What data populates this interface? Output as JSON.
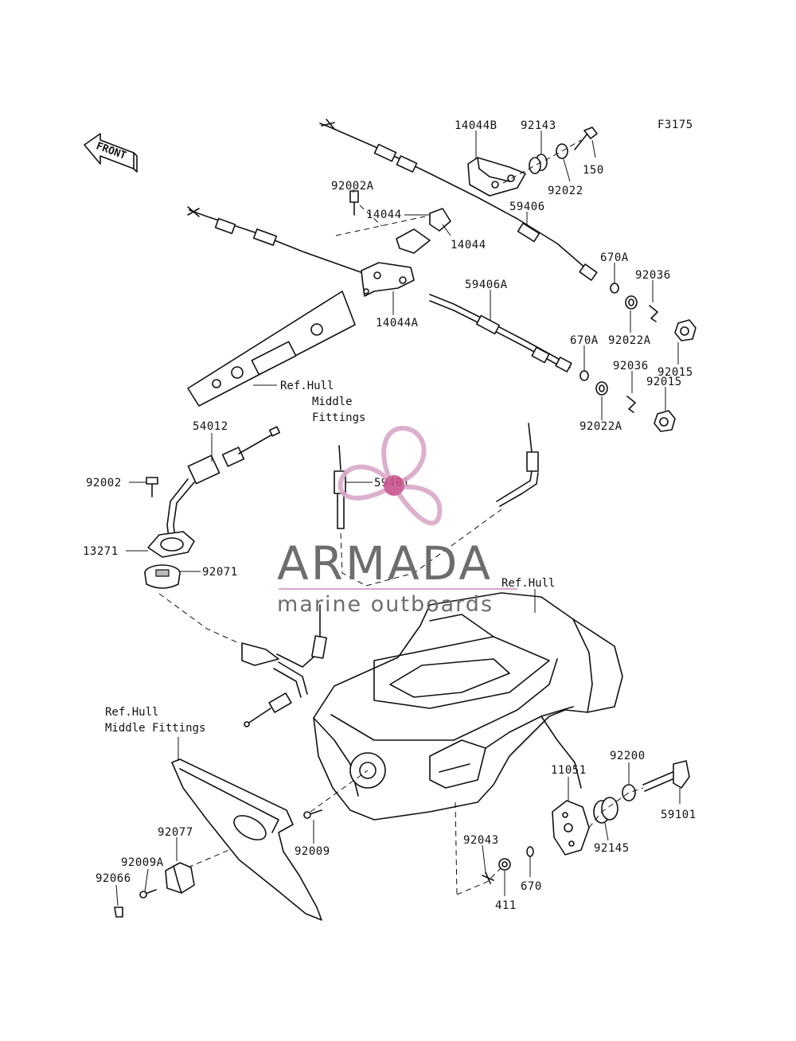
{
  "diagram_code": "F3175",
  "front_label": "FRONT",
  "watermark": {
    "brand": "ARMADA",
    "tagline": "marine outboards",
    "logo_color": "#d9a8c7",
    "logo_center_color": "#c9558f",
    "text_color": "#6d6d6d"
  },
  "references": {
    "hull_middle_fittings_top_1": "Ref.Hull",
    "hull_middle_fittings_top_2": "Middle",
    "hull_middle_fittings_top_3": "Fittings",
    "hull_right": "Ref.Hull",
    "hull_middle_fittings_bottom_1": "Ref.Hull",
    "hull_middle_fittings_bottom_2": "Middle Fittings"
  },
  "labels": {
    "p14044B": "14044B",
    "p92143": "92143",
    "p150": "150",
    "p92022": "92022",
    "p92002A": "92002A",
    "p14044_top": "14044",
    "p14044_bot": "14044",
    "p59406": "59406",
    "p670A_1": "670A",
    "p92036_1": "92036",
    "p59406A": "59406A",
    "p14044A": "14044A",
    "p92022A_1": "92022A",
    "p670A_2": "670A",
    "p92015_1": "92015",
    "p92036_2": "92036",
    "p92015_2": "92015",
    "p92022A_2": "92022A",
    "p54012": "54012",
    "p92002": "92002",
    "p59401": "59401",
    "p13271": "13271",
    "p92071": "92071",
    "p92200": "92200",
    "p11051": "11051",
    "p59101": "59101",
    "p92077": "92077",
    "p92009A": "92009A",
    "p92066": "92066",
    "p92009": "92009",
    "p92043": "92043",
    "p92145": "92145",
    "p670": "670",
    "p411": "411"
  }
}
